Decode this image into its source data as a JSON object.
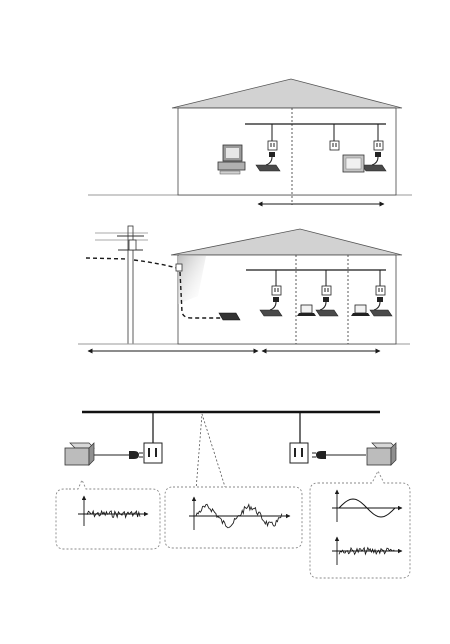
{
  "page": {
    "number": ""
  },
  "figure": {
    "panels": [
      {
        "id": "top",
        "type": "house-indoor-wiring",
        "devices": [
          "computer",
          "modem",
          "outlet",
          "television"
        ]
      },
      {
        "id": "middle",
        "type": "house-with-utility-pole",
        "devices": [
          "utility-pole",
          "transformer",
          "service-drop",
          "meter",
          "router",
          "modem",
          "outlet",
          "laptop"
        ]
      },
      {
        "id": "bottom",
        "type": "signal-coupling",
        "insets": [
          "noise",
          "noisy-sine",
          "clean-sine",
          "noise-only"
        ]
      }
    ],
    "colors": {
      "ink": "#1a1a1a",
      "roof": "#d2d2d2",
      "wall": "#ffffff",
      "device": "#b8b8b8",
      "ground": "#9a9a9a",
      "inset_border": "#888888"
    }
  }
}
